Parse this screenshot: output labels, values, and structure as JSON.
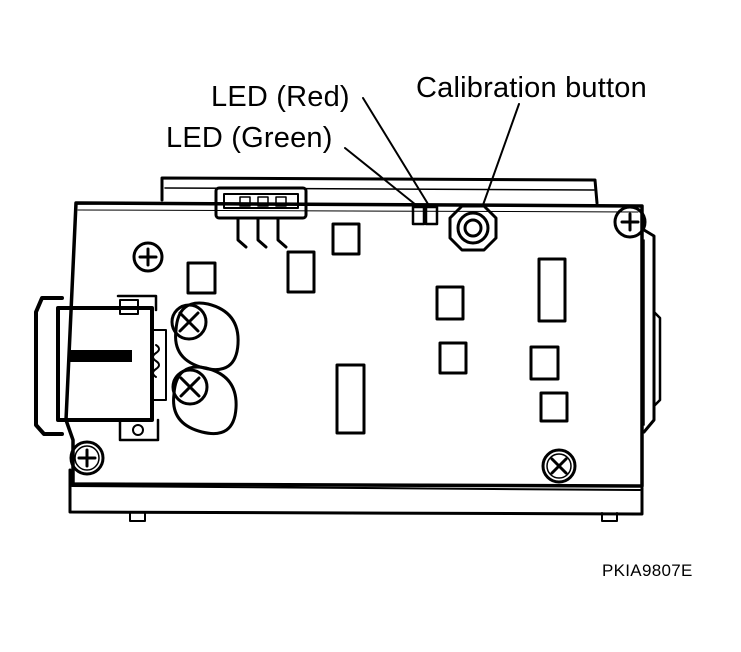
{
  "labels": {
    "led_red": "LED (Red)",
    "led_green": "LED (Green)",
    "calibration_button": "Calibration button"
  },
  "figure_code": "PKIA9807E",
  "colors": {
    "ink": "#000000",
    "paper": "#ffffff"
  },
  "icons": [
    "screw-head-icon",
    "capacitor-icon",
    "connector-icon",
    "push-button-icon",
    "led-icon"
  ]
}
